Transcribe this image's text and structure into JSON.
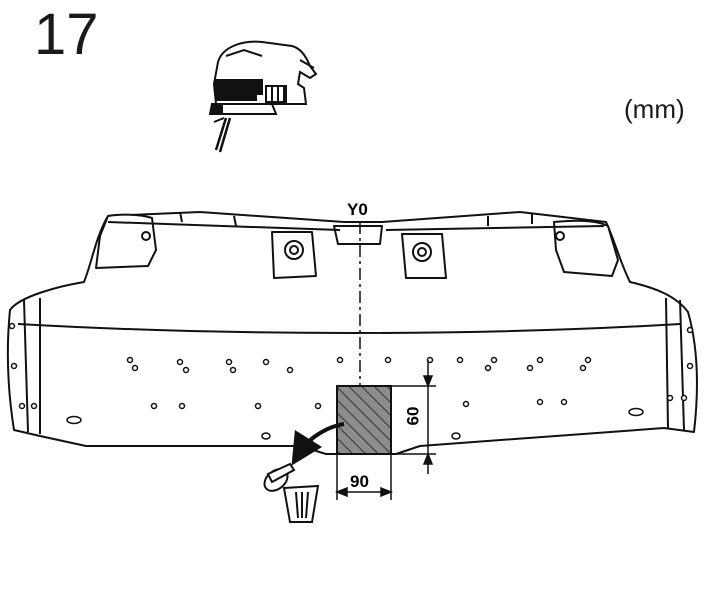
{
  "step": {
    "number": "17"
  },
  "units": {
    "label": "(mm)"
  },
  "diagram": {
    "reference_label": "Y0",
    "cutout": {
      "width_mm": "90",
      "height_mm": "60"
    },
    "icons": {
      "tool": "jigsaw-icon",
      "disposal": "trash-bin-icon"
    }
  }
}
